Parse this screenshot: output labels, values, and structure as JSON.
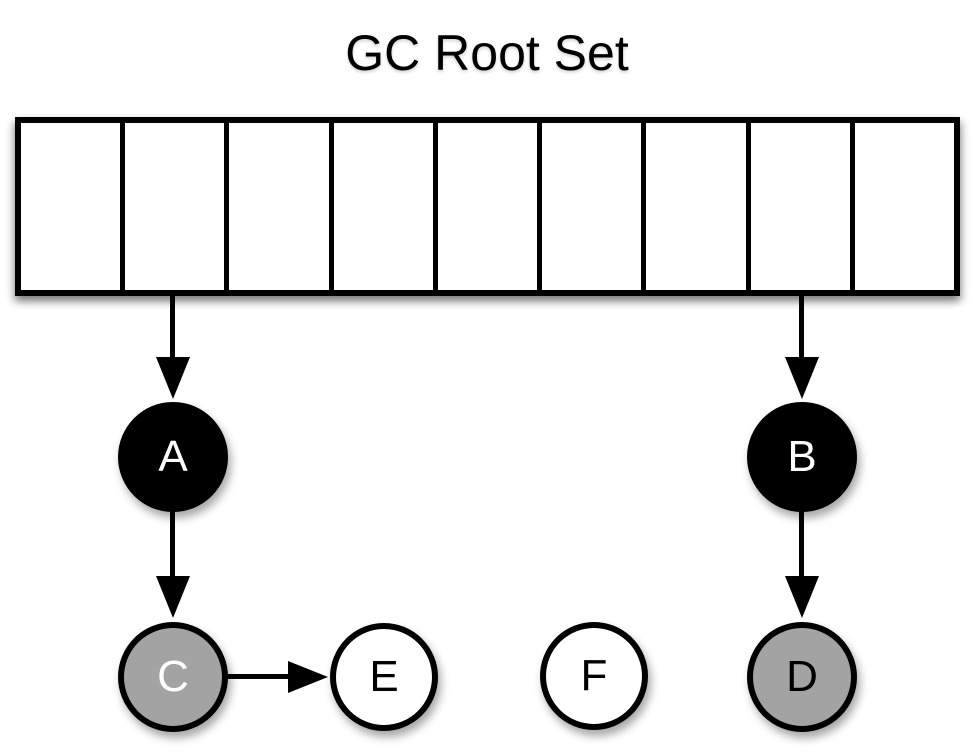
{
  "title": "GC Root Set",
  "root_set": {
    "cell_count": 9,
    "pointer_cells": [
      2,
      8
    ]
  },
  "nodes": {
    "a": {
      "label": "A",
      "fill": "#000000",
      "text_color": "#ffffff",
      "state": "reachable-root"
    },
    "b": {
      "label": "B",
      "fill": "#000000",
      "text_color": "#ffffff",
      "state": "reachable-root"
    },
    "c": {
      "label": "C",
      "fill": "#a3a3a3",
      "text_color": "#ffffff",
      "state": "reachable"
    },
    "d": {
      "label": "D",
      "fill": "#a3a3a3",
      "text_color": "#000000",
      "state": "reachable"
    },
    "e": {
      "label": "E",
      "fill": "#ffffff",
      "text_color": "#000000",
      "state": "unmarked"
    },
    "f": {
      "label": "F",
      "fill": "#ffffff",
      "text_color": "#000000",
      "state": "unmarked"
    }
  },
  "edges": [
    {
      "from": "root-set-cell-2",
      "to": "A"
    },
    {
      "from": "root-set-cell-8",
      "to": "B"
    },
    {
      "from": "A",
      "to": "C"
    },
    {
      "from": "B",
      "to": "D"
    },
    {
      "from": "C",
      "to": "E"
    }
  ],
  "colors": {
    "line": "#000000",
    "node_black": "#000000",
    "node_gray": "#a3a3a3",
    "node_white": "#ffffff",
    "background": "#ffffff"
  }
}
